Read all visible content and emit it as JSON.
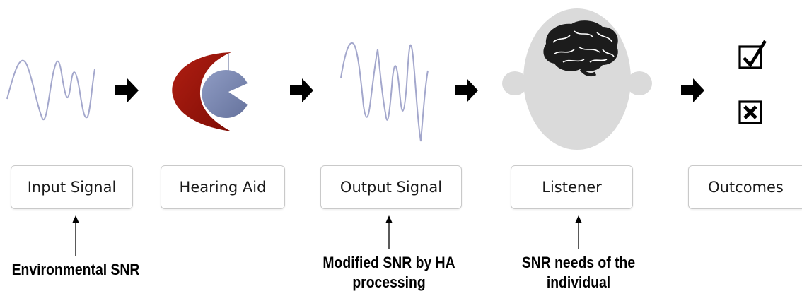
{
  "stages": [
    {
      "label": "Input Signal"
    },
    {
      "label": "Hearing Aid"
    },
    {
      "label": "Output Signal"
    },
    {
      "label": "Listener"
    },
    {
      "label": "Outcomes"
    }
  ],
  "annotations": [
    {
      "text": "Environmental SNR"
    },
    {
      "line1": "Modified SNR by HA",
      "line2": "processing"
    },
    {
      "line1": "SNR needs of the",
      "line2": "individual"
    }
  ],
  "colors": {
    "wave": "#a3a7cc",
    "hearing_aid_red": "#a1160c",
    "hearing_aid_blue": "#7d8bb5",
    "head": "#dadada",
    "arrow": "#000000",
    "box_border": "#c9c9c9"
  },
  "icons": [
    "input-waveform-icon",
    "hearing-aid-icon",
    "output-waveform-icon",
    "listener-head-icon",
    "brain-icon",
    "checkbox-checked-icon",
    "checkbox-crossed-icon",
    "flow-arrow-icon"
  ]
}
